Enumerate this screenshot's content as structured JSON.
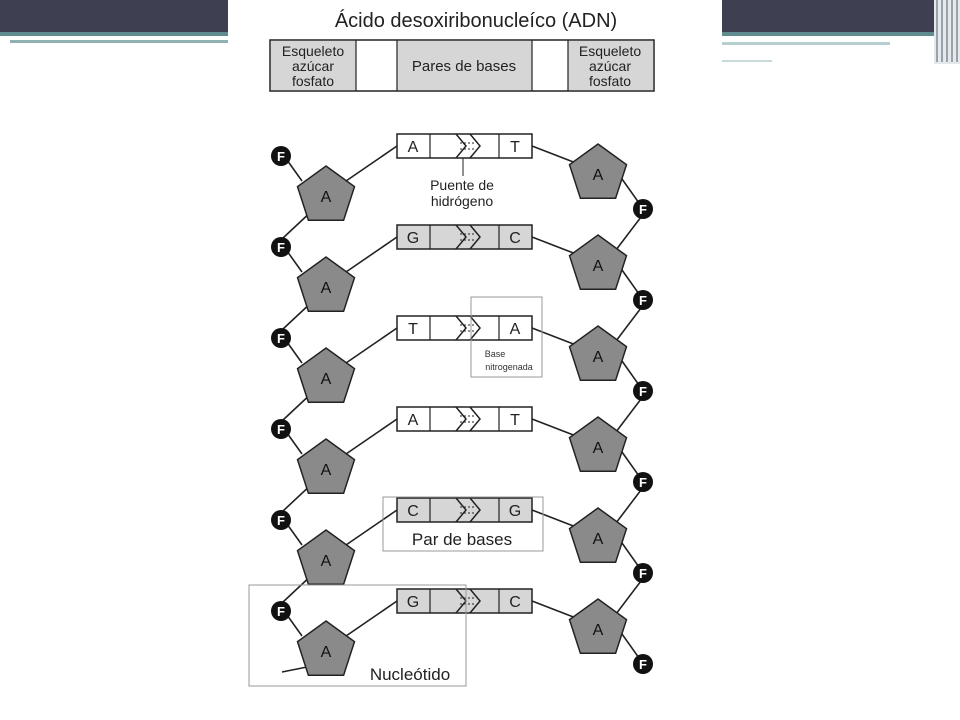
{
  "title": "Ácido desoxiribonucleíco (ADN)",
  "legend": {
    "left": [
      "Esqueleto",
      "azúcar",
      "fosfato"
    ],
    "center": "Pares de bases",
    "right": [
      "Esqueleto",
      "azúcar",
      "fosfato"
    ]
  },
  "sugar_label": "A",
  "phosphate_label": "F",
  "base_pairs": [
    {
      "left": "A",
      "right": "T"
    },
    {
      "left": "G",
      "right": "C"
    },
    {
      "left": "T",
      "right": "A"
    },
    {
      "left": "A",
      "right": "T"
    },
    {
      "left": "C",
      "right": "G"
    },
    {
      "left": "G",
      "right": "C"
    }
  ],
  "annotations": {
    "hydrogen_bond": [
      "Puente de",
      "hidrógeno"
    ],
    "nitrogenous_base": [
      "Base",
      "nitrogenada"
    ],
    "base_pair": "Par de bases",
    "nucleotide": "Nucleótido"
  },
  "colors": {
    "slide_dark": "#3f3f52",
    "slide_teal": "#5f8d8f",
    "sugar_fill": "#8a8a8a",
    "base_fill": "#d6d6d6",
    "phosphate_fill": "#111111",
    "line": "#222222"
  }
}
